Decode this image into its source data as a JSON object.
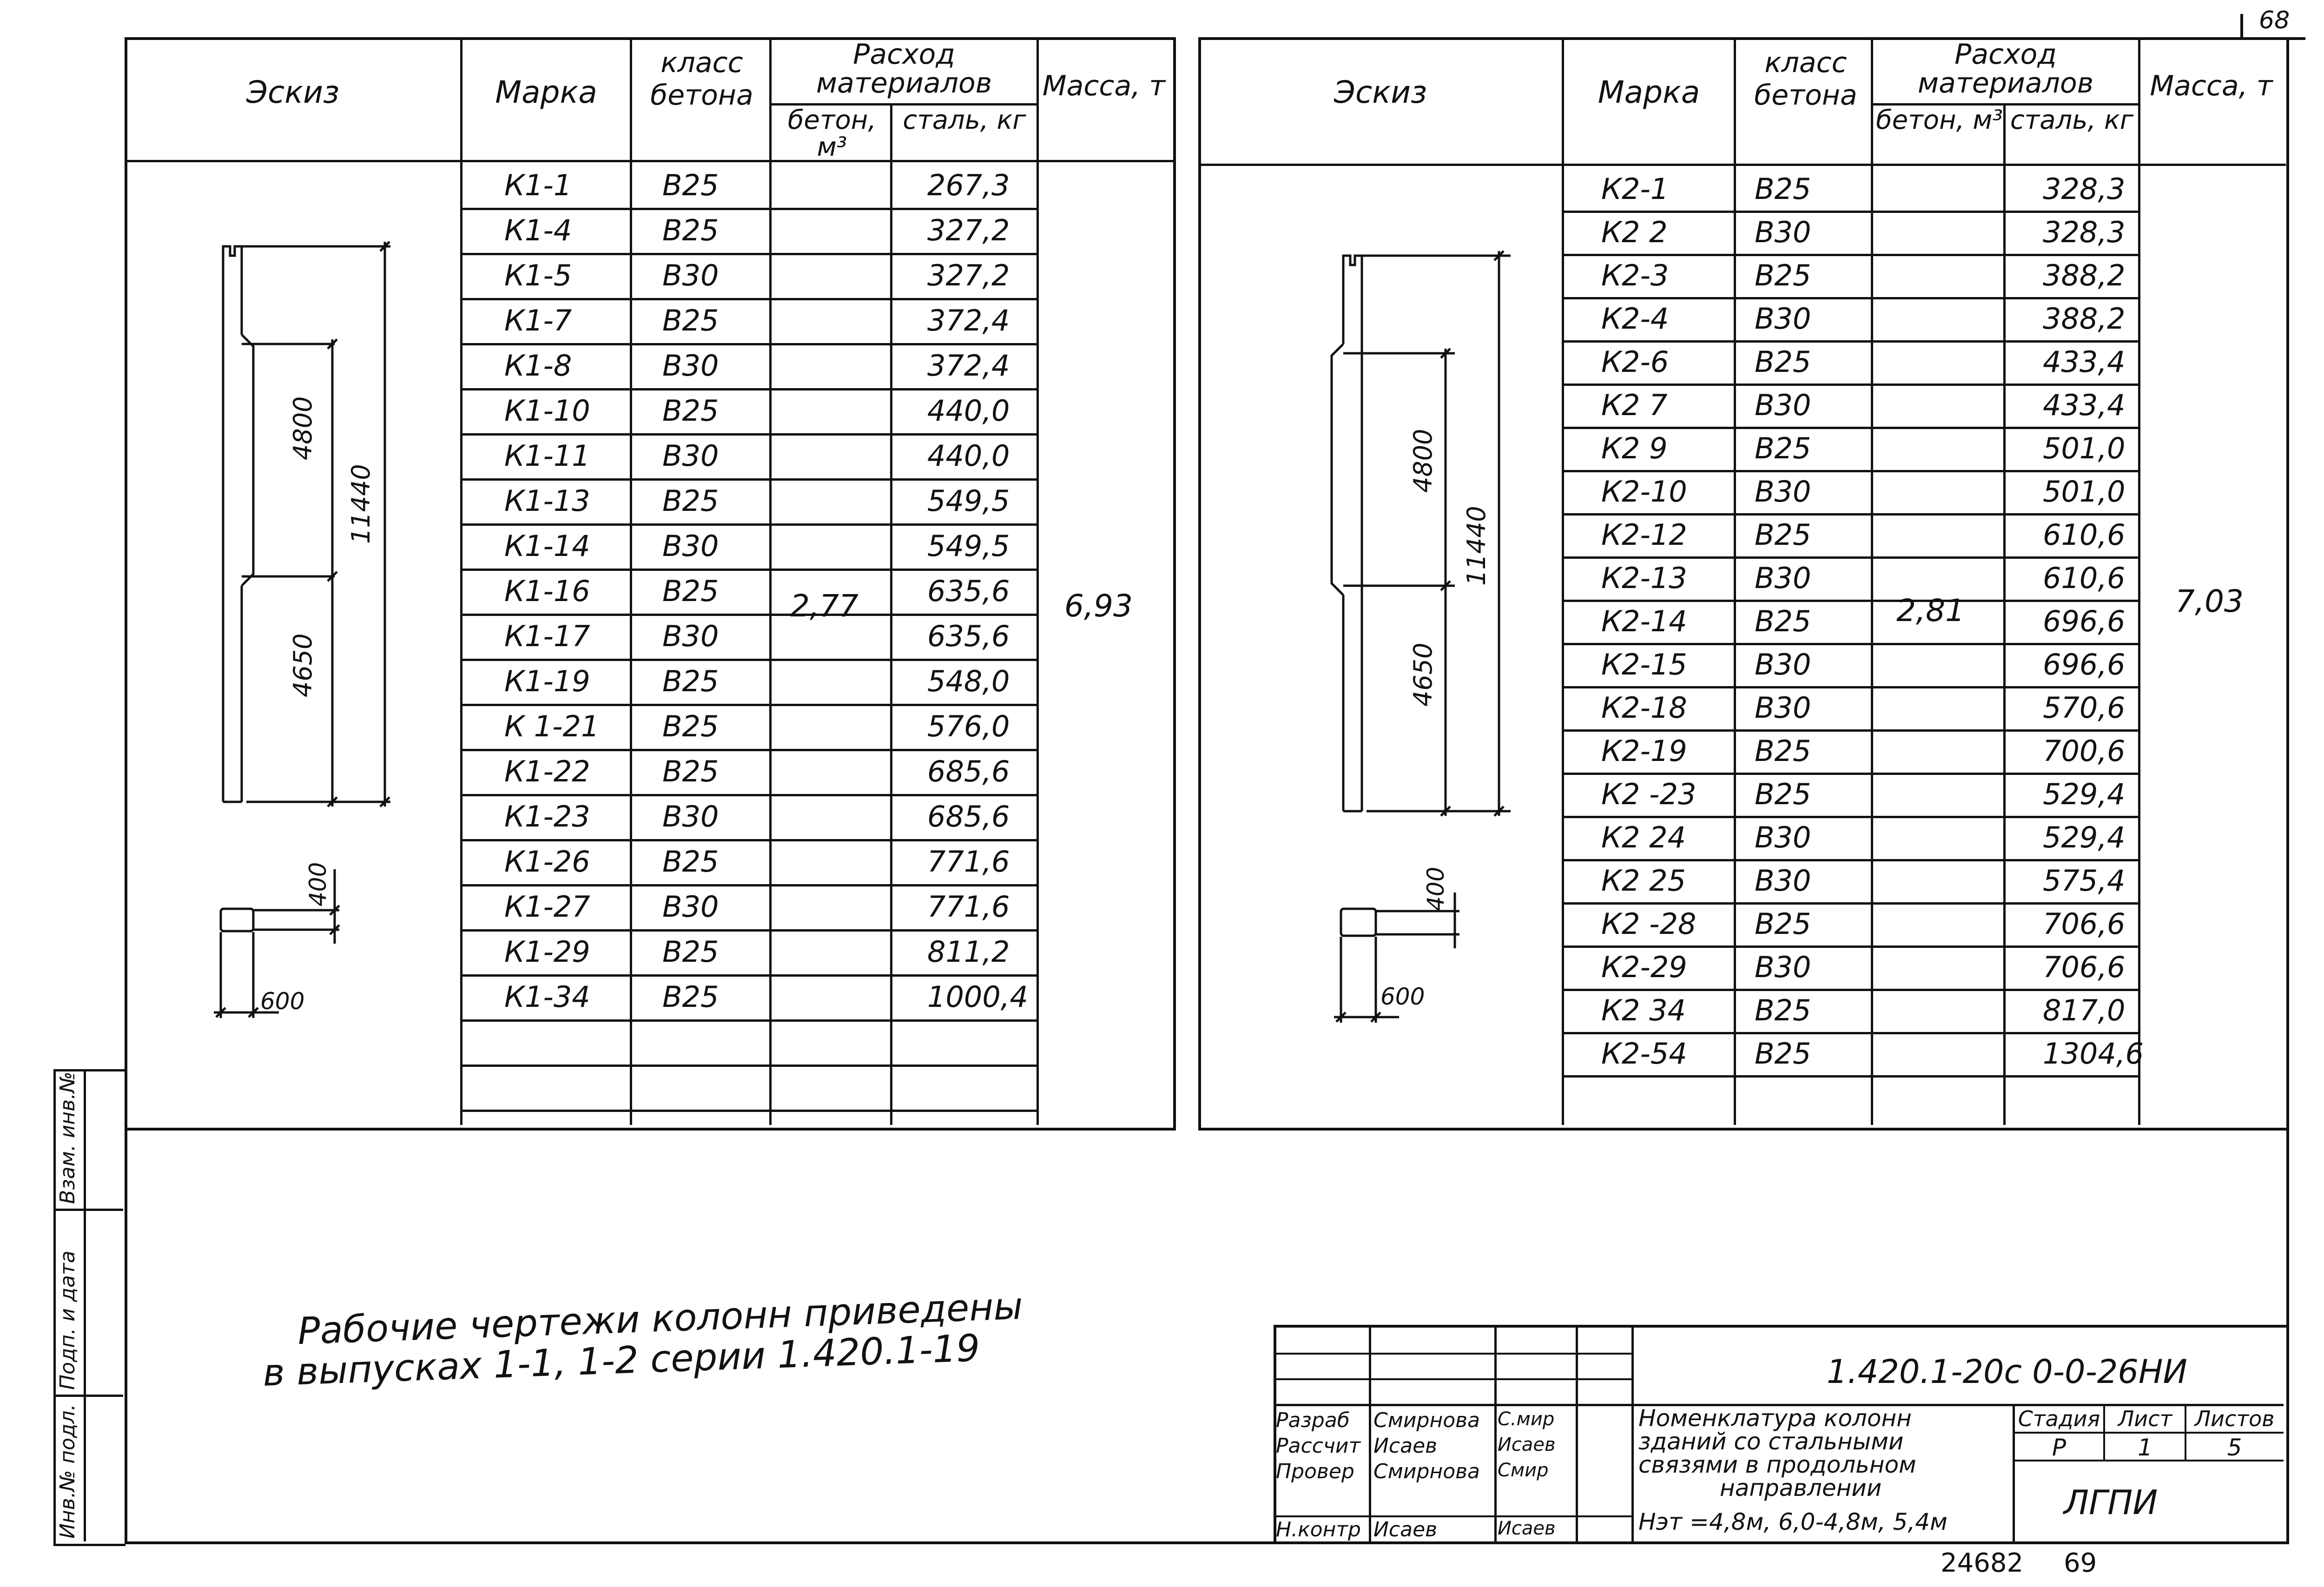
{
  "sheet_number_top": "68",
  "left_table": {
    "headers": {
      "sketch": "Эскиз",
      "mark": "Марка",
      "concrete_class": "класс бетона",
      "consumption": "Расход материалов",
      "concrete_m3": "бетон, м³",
      "steel_kg": "сталь, кг",
      "mass": "Масса, т"
    },
    "rows": [
      {
        "mark": "К1-1",
        "cls": "В25",
        "steel": "267,3"
      },
      {
        "mark": "К1-4",
        "cls": "В25",
        "steel": "327,2"
      },
      {
        "mark": "К1-5",
        "cls": "В30",
        "steel": "327,2"
      },
      {
        "mark": "К1-7",
        "cls": "В25",
        "steel": "372,4"
      },
      {
        "mark": "К1-8",
        "cls": "В30",
        "steel": "372,4"
      },
      {
        "mark": "К1-10",
        "cls": "В25",
        "steel": "440,0"
      },
      {
        "mark": "К1-11",
        "cls": "В30",
        "steel": "440,0"
      },
      {
        "mark": "К1-13",
        "cls": "В25",
        "steel": "549,5"
      },
      {
        "mark": "К1-14",
        "cls": "В30",
        "steel": "549,5"
      },
      {
        "mark": "К1-16",
        "cls": "В25",
        "steel": "635,6"
      },
      {
        "mark": "К1-17",
        "cls": "В30",
        "steel": "635,6"
      },
      {
        "mark": "К1-19",
        "cls": "В25",
        "steel": "548,0"
      },
      {
        "mark": "К 1-21",
        "cls": "В25",
        "steel": "576,0"
      },
      {
        "mark": "К1-22",
        "cls": "В25",
        "steel": "685,6"
      },
      {
        "mark": "К1-23",
        "cls": "В30",
        "steel": "685,6"
      },
      {
        "mark": "К1-26",
        "cls": "В25",
        "steel": "771,6"
      },
      {
        "mark": "К1-27",
        "cls": "В30",
        "steel": "771,6"
      },
      {
        "mark": "К1-29",
        "cls": "В25",
        "steel": "811,2"
      },
      {
        "mark": "К1-34",
        "cls": "В25",
        "steel": "1000,4"
      },
      {
        "mark": "",
        "cls": "",
        "steel": ""
      },
      {
        "mark": "",
        "cls": "",
        "steel": ""
      }
    ],
    "concrete_value": "2,77",
    "mass_value": "6,93",
    "sketch_dims": {
      "upper": "4800",
      "lower": "4650",
      "total": "11440",
      "section_h": "400",
      "section_w": "600"
    }
  },
  "right_table": {
    "headers": {
      "sketch": "Эскиз",
      "mark": "Марка",
      "concrete_class": "класс бетона",
      "consumption": "Расход материалов",
      "concrete_m3": "бетон, м³",
      "steel_kg": "сталь, кг",
      "mass": "Масса, т"
    },
    "rows": [
      {
        "mark": "К2-1",
        "cls": "В25",
        "steel": "328,3"
      },
      {
        "mark": "К2 2",
        "cls": "В30",
        "steel": "328,3"
      },
      {
        "mark": "К2-3",
        "cls": "В25",
        "steel": "388,2"
      },
      {
        "mark": "К2-4",
        "cls": "В30",
        "steel": "388,2"
      },
      {
        "mark": "К2-6",
        "cls": "В25",
        "steel": "433,4"
      },
      {
        "mark": "К2 7",
        "cls": "В30",
        "steel": "433,4"
      },
      {
        "mark": "К2 9",
        "cls": "В25",
        "steel": "501,0"
      },
      {
        "mark": "К2-10",
        "cls": "В30",
        "steel": "501,0"
      },
      {
        "mark": "К2-12",
        "cls": "В25",
        "steel": "610,6"
      },
      {
        "mark": "К2-13",
        "cls": "В30",
        "steel": "610,6"
      },
      {
        "mark": "К2-14",
        "cls": "В25",
        "steel": "696,6"
      },
      {
        "mark": "К2-15",
        "cls": "В30",
        "steel": "696,6"
      },
      {
        "mark": "К2-18",
        "cls": "В30",
        "steel": "570,6"
      },
      {
        "mark": "К2-19",
        "cls": "В25",
        "steel": "700,6"
      },
      {
        "mark": "К2 -23",
        "cls": "В25",
        "steel": "529,4"
      },
      {
        "mark": "К2 24",
        "cls": "В30",
        "steel": "529,4"
      },
      {
        "mark": "К2 25",
        "cls": "В30",
        "steel": "575,4"
      },
      {
        "mark": "К2 -28",
        "cls": "В25",
        "steel": "706,6"
      },
      {
        "mark": "К2-29",
        "cls": "В30",
        "steel": "706,6"
      },
      {
        "mark": "К2 34",
        "cls": "В25",
        "steel": "817,0"
      },
      {
        "mark": "К2-54",
        "cls": "В25",
        "steel": "1304,6"
      }
    ],
    "concrete_value": "2,81",
    "mass_value": "7,03",
    "sketch_dims": {
      "upper": "4800",
      "lower": "4650",
      "total": "11440",
      "section_h": "400",
      "section_w": "600"
    }
  },
  "note": {
    "line1": "Рабочие чертежи колонн приведены",
    "line2": "в выпусках 1-1, 1-2 серии 1.420.1-19"
  },
  "side_stamp": {
    "cell1": "Инв.№ подл.",
    "cell2": "Подп. и дата",
    "cell3": "Взам. инв.№"
  },
  "title_block": {
    "code": "1.420.1-20с 0-0-26НИ",
    "title_lines": [
      "Номенклатура колонн",
      "зданий со стальными",
      "связями в продольном",
      "направлении"
    ],
    "params": "Нэт =4,8м, 6,0-4,8м, 5,4м",
    "roles": [
      {
        "role": "Разраб",
        "name": "Смирнова",
        "sign": "С.мир"
      },
      {
        "role": "Рассчит",
        "name": "Исаев",
        "sign": "Исаев"
      },
      {
        "role": "Провер",
        "name": "Смирнова",
        "sign": "Смир"
      },
      {
        "role": "",
        "name": "",
        "sign": ""
      },
      {
        "role": "Н.контр",
        "name": "Исаев",
        "sign": "Исаев"
      }
    ],
    "stage_header": "Стадия",
    "sheet_header": "Лист",
    "sheets_header": "Листов",
    "stage": "Р",
    "sheet": "1",
    "sheets": "5",
    "org": "ЛГПИ"
  },
  "footer": {
    "number": "24682",
    "page": "69"
  }
}
